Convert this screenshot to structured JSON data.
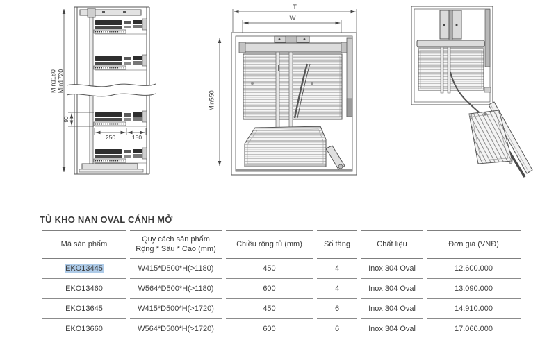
{
  "title": "TỦ KHO NAN OVAL CÁNH MỞ",
  "diagrams": {
    "front_view": {
      "height_label_1": "Min1180",
      "height_label_2": "Min1720",
      "tier_spacing": "90",
      "basket_width": "250",
      "rail_width": "150"
    },
    "plan_view": {
      "total_width": "T",
      "inner_width": "W",
      "depth": "Min550"
    }
  },
  "table": {
    "headers": [
      "Mã sản phẩm",
      "Quy cách sản phẩm\nRộng * Sâu * Cao (mm)",
      "Chiều rộng tủ (mm)",
      "Số tầng",
      "Chất liệu",
      "Đơn giá (VNĐ)"
    ],
    "rows": [
      [
        "EKO13445",
        "W415*D500*H(>1180)",
        "450",
        "4",
        "Inox 304 Oval",
        "12.600.000"
      ],
      [
        "EKO13460",
        "W564*D500*H(>1180)",
        "600",
        "4",
        "Inox 304 Oval",
        "13.090.000"
      ],
      [
        "EKO13645",
        "W415*D500*H(>1720)",
        "450",
        "6",
        "Inox 304 Oval",
        "14.910.000"
      ],
      [
        "EKO13660",
        "W564*D500*H(>1720)",
        "600",
        "6",
        "Inox 304 Oval",
        "17.060.000"
      ]
    ],
    "highlighted_code": "EKO13445"
  },
  "colors": {
    "text": "#3f3f3f",
    "table_border": "#8c8c8c",
    "selection_highlight": "#aecbe8",
    "drawing_line": "#555555"
  }
}
